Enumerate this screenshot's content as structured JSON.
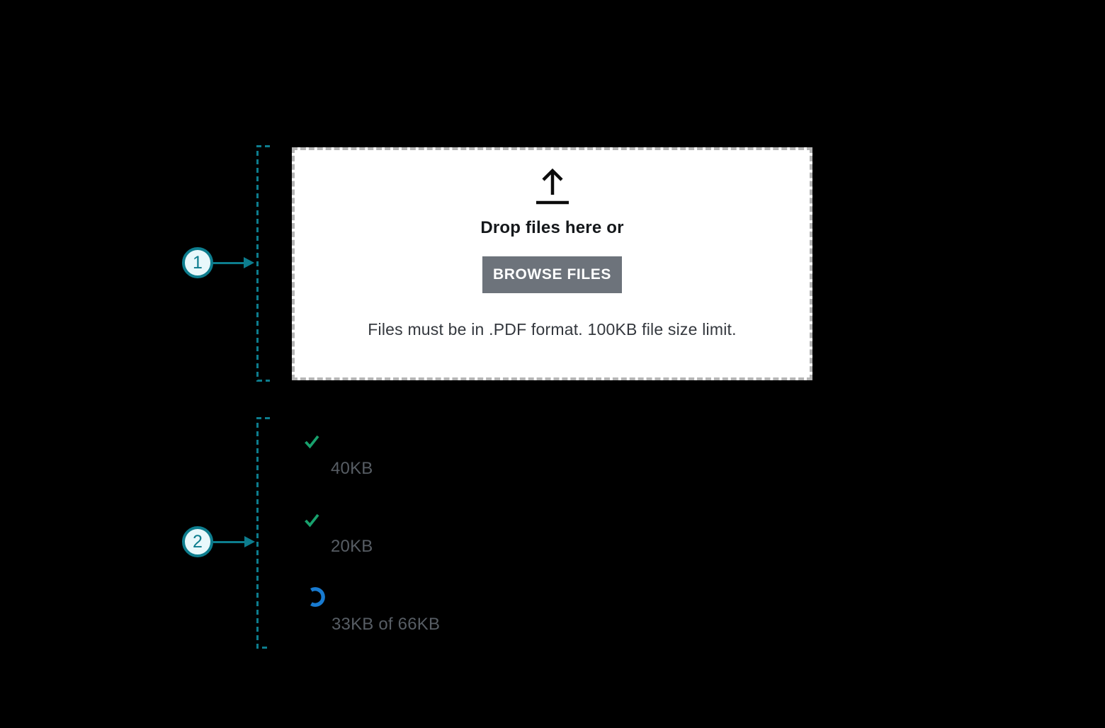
{
  "colors": {
    "bg": "#000000",
    "teal": "#0d7d8e",
    "teal-fill": "#e8f8fb",
    "dropzone-bg": "#ffffff",
    "dropzone-border": "#b5b5b5",
    "button-bg": "#6d737b",
    "button-text": "#ffffff",
    "green": "#18a16d",
    "blue": "#187bd1",
    "gray-text": "#575d64",
    "caption": "#34383e",
    "ink": "#15181b"
  },
  "annotations": {
    "first": {
      "number": "1"
    },
    "second": {
      "number": "2"
    }
  },
  "dropzone": {
    "title": "Drop files here or",
    "browse_button_label": "BROWSE FILES",
    "caption": "Files must be in .PDF format. 100KB file size limit."
  },
  "file_list": {
    "0": {
      "status": "complete",
      "icon": "checkmark-icon",
      "size_label": "40KB"
    },
    "1": {
      "status": "complete",
      "icon": "checkmark-icon",
      "size_label": "20KB"
    },
    "2": {
      "status": "uploading",
      "icon": "spinner-icon",
      "size_label": "33KB of 66KB"
    }
  }
}
